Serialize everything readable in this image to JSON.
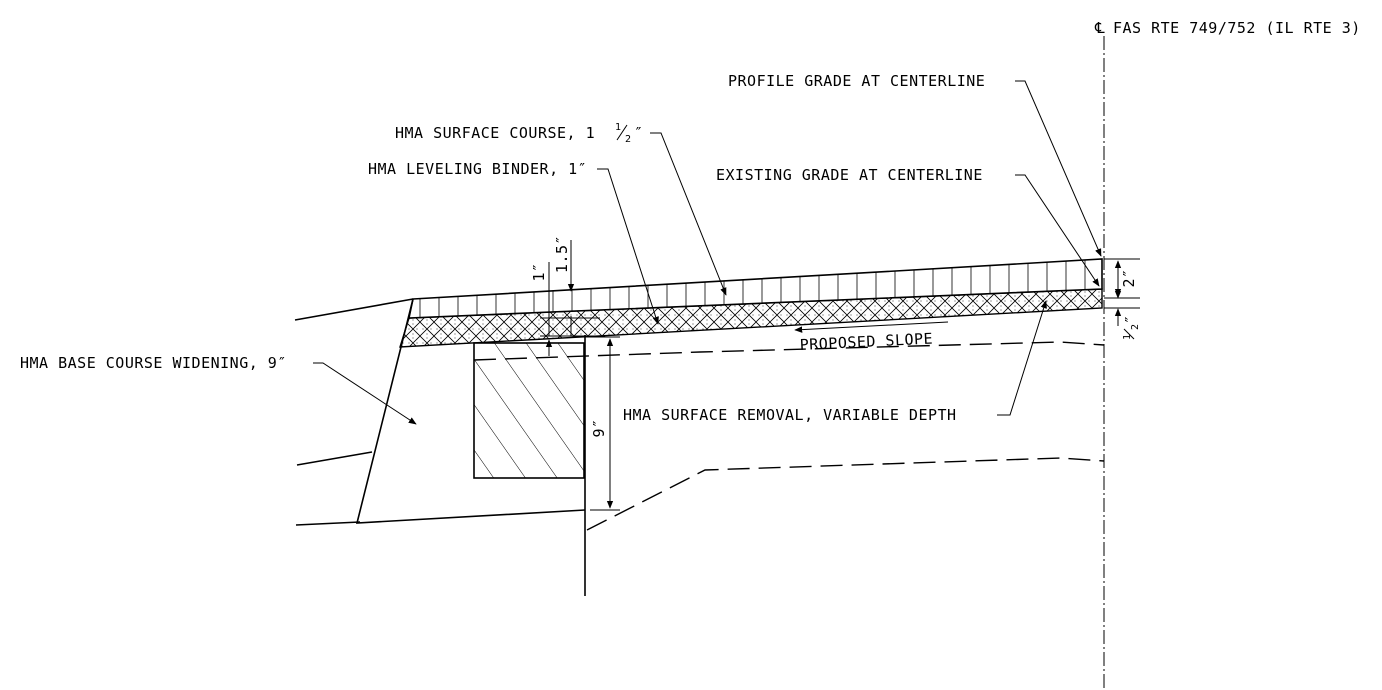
{
  "centerline": {
    "symbol": "℄",
    "label": "FAS RTE 749/752 (IL RTE 3)"
  },
  "callouts": {
    "profile_grade": "PROFILE GRADE AT CENTERLINE",
    "existing_grade": "EXISTING GRADE AT CENTERLINE",
    "surface_course_prefix": "HMA SURFACE COURSE, 1 ",
    "surface_course_frac_num": "1",
    "surface_course_frac_den": "2",
    "surface_course_suffix": "″",
    "leveling_binder": "HMA LEVELING BINDER, 1″",
    "base_course_widening": "HMA BASE COURSE WIDENING, 9″",
    "surface_removal": "HMA SURFACE REMOVAL, VARIABLE DEPTH",
    "proposed_slope": "PROPOSED SLOPE"
  },
  "dimensions": {
    "one_inch": "1″",
    "one_point_five": "1.5″",
    "nine_inch": "9″",
    "two_inch": "2″",
    "half_num": "1",
    "half_den": "2",
    "half_suffix": "″"
  }
}
